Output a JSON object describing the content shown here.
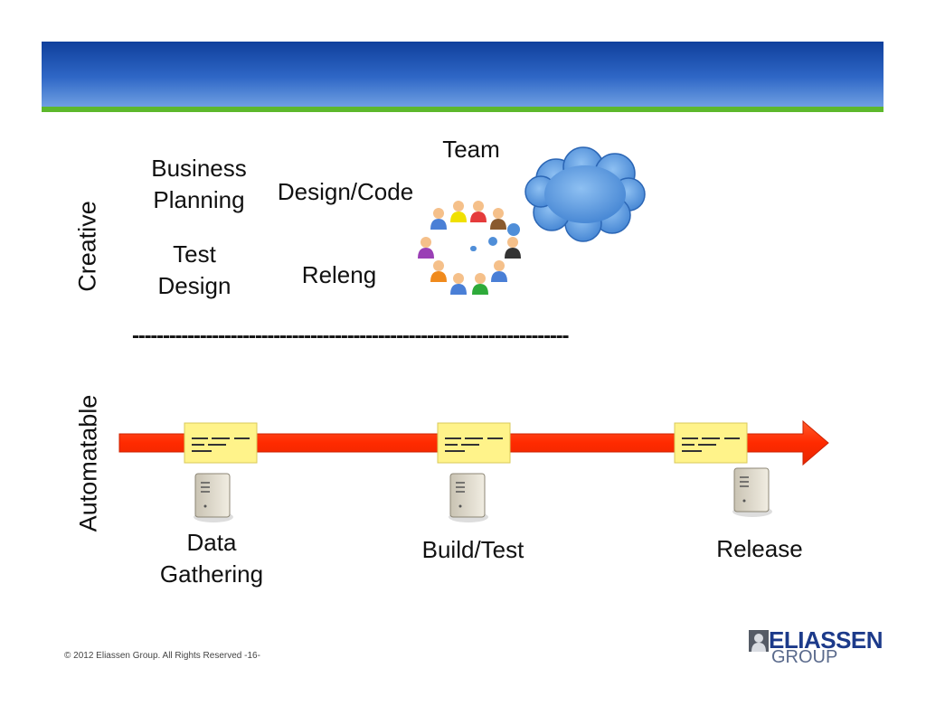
{
  "slide": {
    "creative_label": "Creative",
    "automatable_label": "Automatable",
    "separator": "-----------------------------------------------------------------------",
    "footer": "© 2012 Eliassen Group. All Rights Reserved -16-"
  },
  "creative": {
    "business_planning": [
      "Business",
      "Planning"
    ],
    "test_design": [
      "Test",
      "Design"
    ],
    "design_code": "Design/Code",
    "releng": "Releng",
    "team": "Team"
  },
  "pipeline": {
    "stages": [
      {
        "label": [
          "Data",
          "Gathering"
        ]
      },
      {
        "label": [
          "Build/Test"
        ]
      },
      {
        "label": [
          "Release"
        ]
      }
    ]
  },
  "logo": {
    "main": "ELIASSEN",
    "sub": "GROUP"
  },
  "colors": {
    "title_bar": "#1e4fb0",
    "rule": "#5db82c",
    "arrow": "#ff3b10",
    "note": "#fff38a",
    "cloud": "#5b9bdf"
  }
}
